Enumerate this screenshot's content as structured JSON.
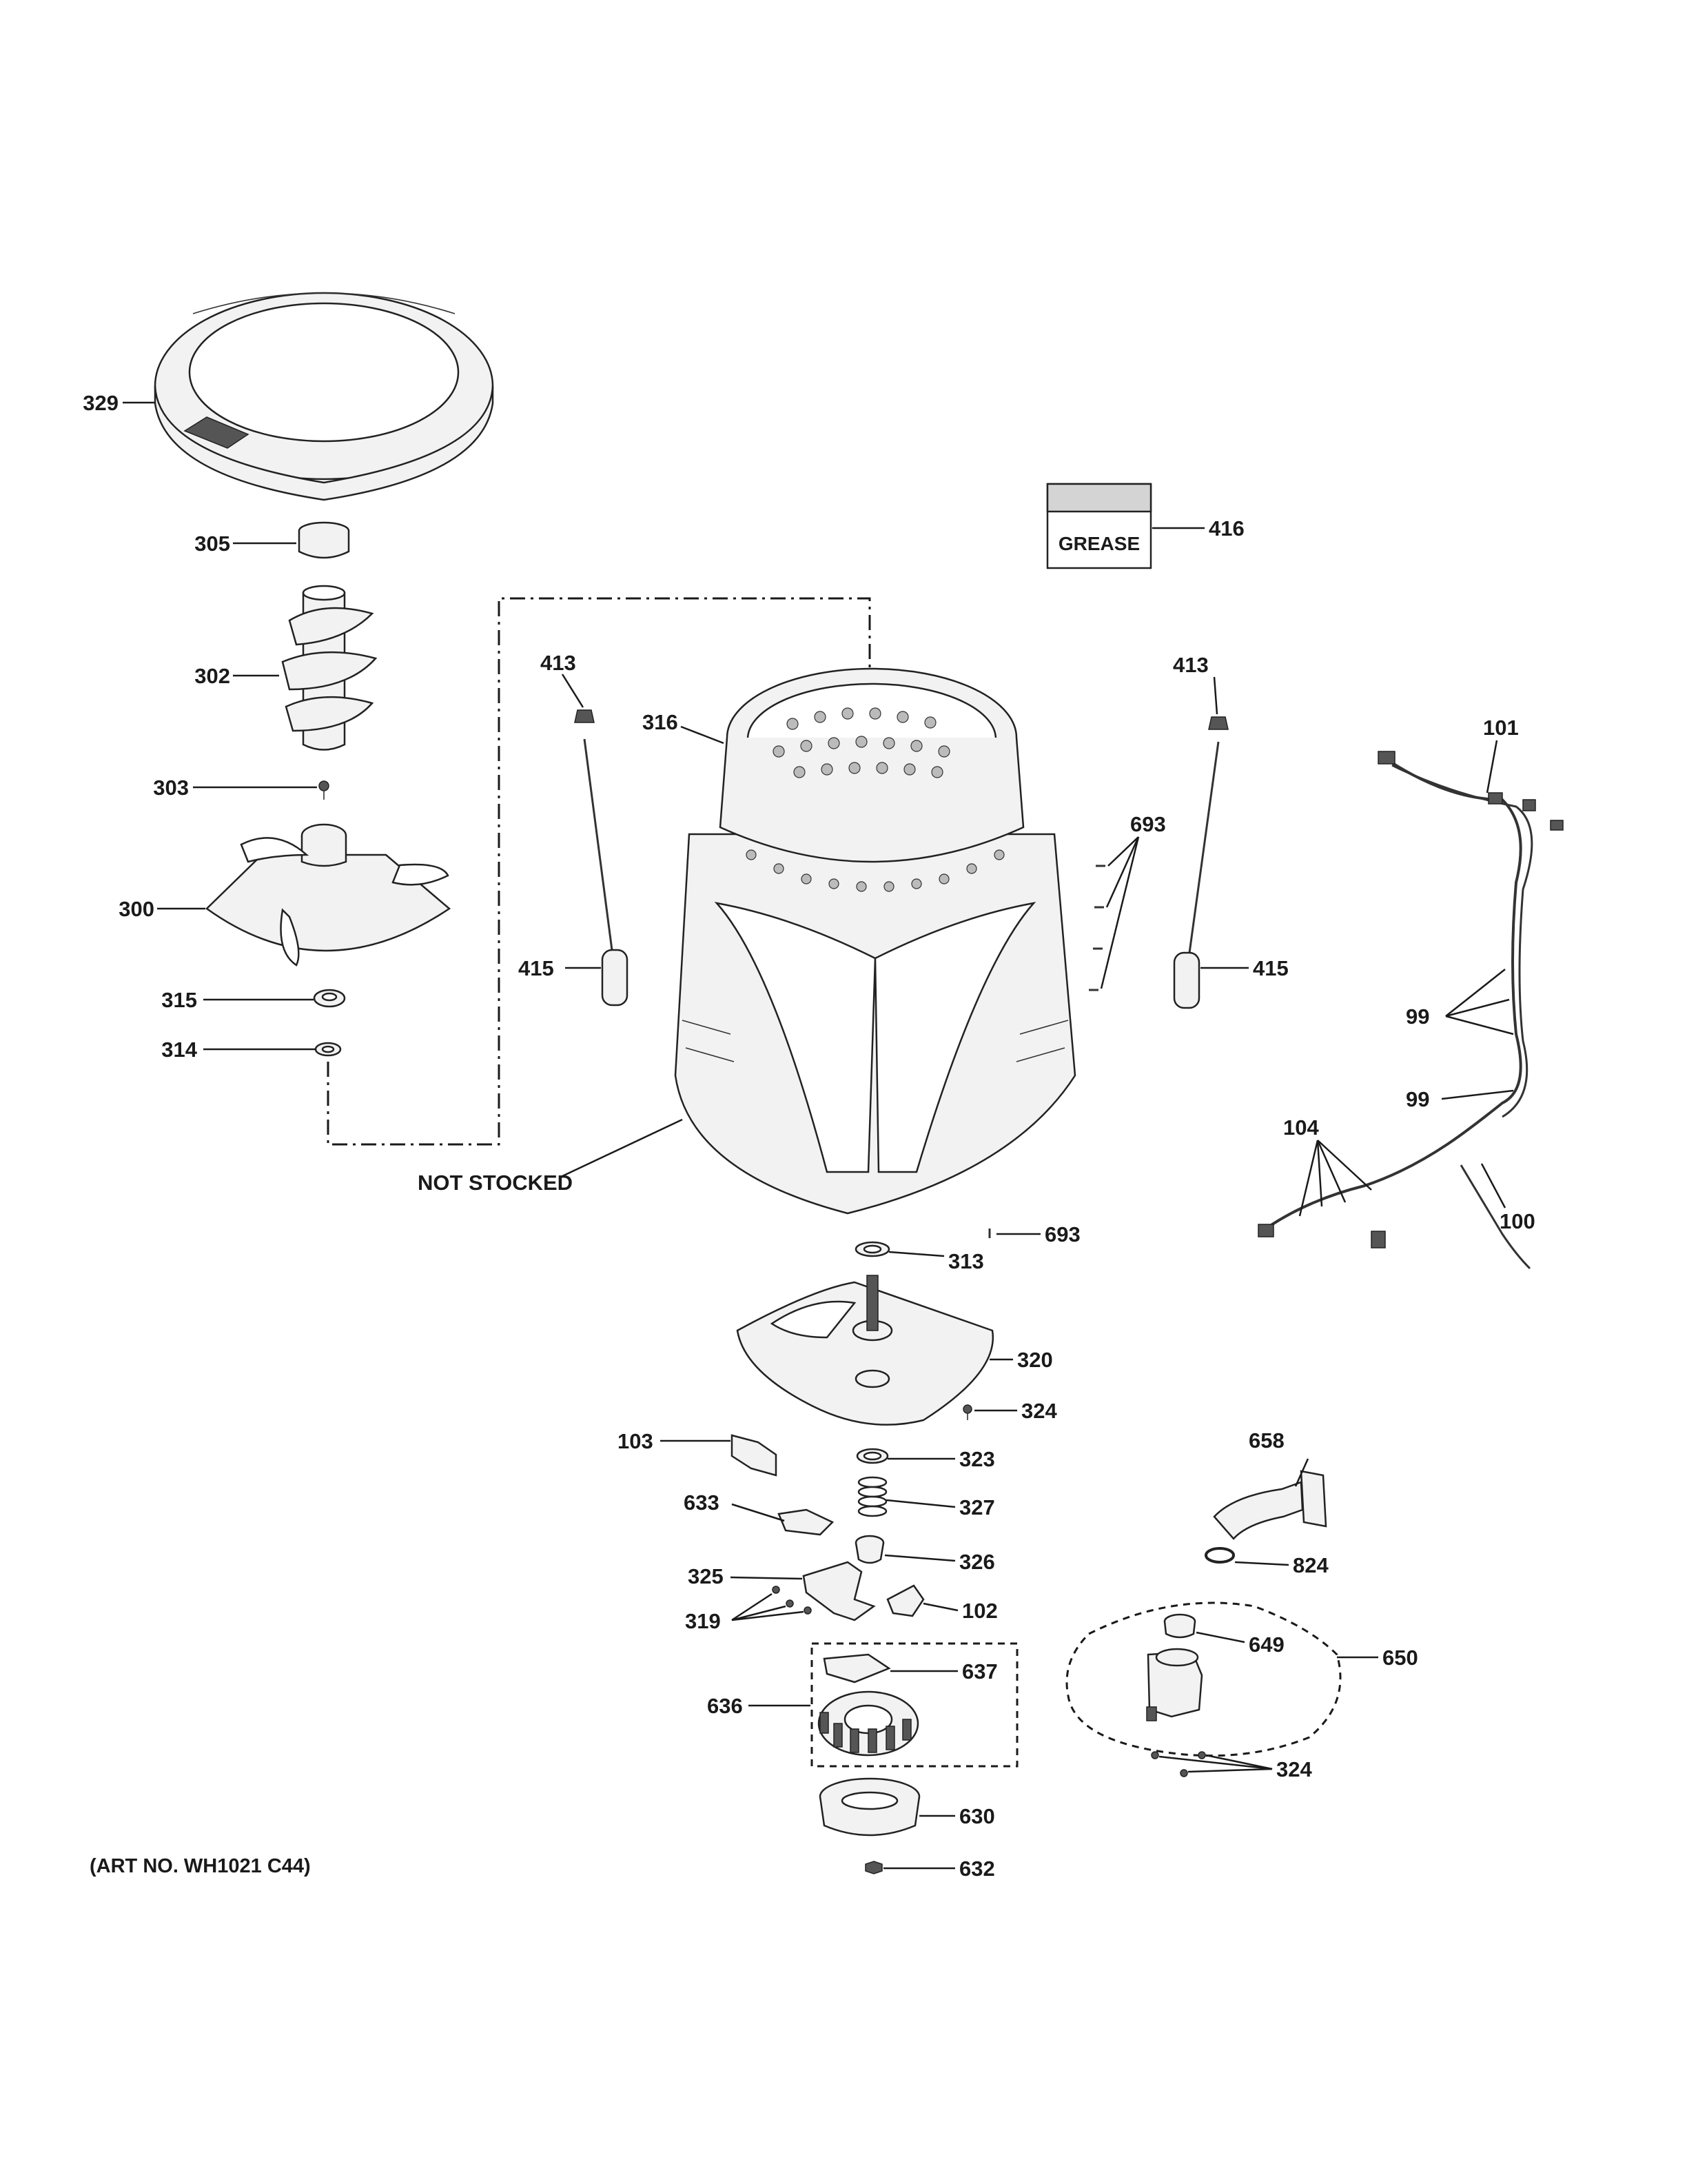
{
  "diagram": {
    "art_number": "(ART NO. WH1021 C44)",
    "grease_label": "GREASE",
    "not_stocked_label": "NOT STOCKED",
    "callouts": {
      "c329": "329",
      "c305": "305",
      "c302": "302",
      "c303": "303",
      "c300": "300",
      "c315": "315",
      "c314": "314",
      "c416": "416",
      "c413_left": "413",
      "c413_right": "413",
      "c316": "316",
      "c415_left": "415",
      "c415_right": "415",
      "c693_top": "693",
      "c693_bottom": "693",
      "c101": "101",
      "c99_top": "99",
      "c99_mid": "99",
      "c104": "104",
      "c100": "100",
      "c313": "313",
      "c320": "320",
      "c324_mid": "324",
      "c103": "103",
      "c323": "323",
      "c327": "327",
      "c633": "633",
      "c326": "326",
      "c325": "325",
      "c102": "102",
      "c319": "319",
      "c637": "637",
      "c636": "636",
      "c630": "630",
      "c632": "632",
      "c658": "658",
      "c824": "824",
      "c649": "649",
      "c650": "650",
      "c324_bottom": "324"
    }
  }
}
